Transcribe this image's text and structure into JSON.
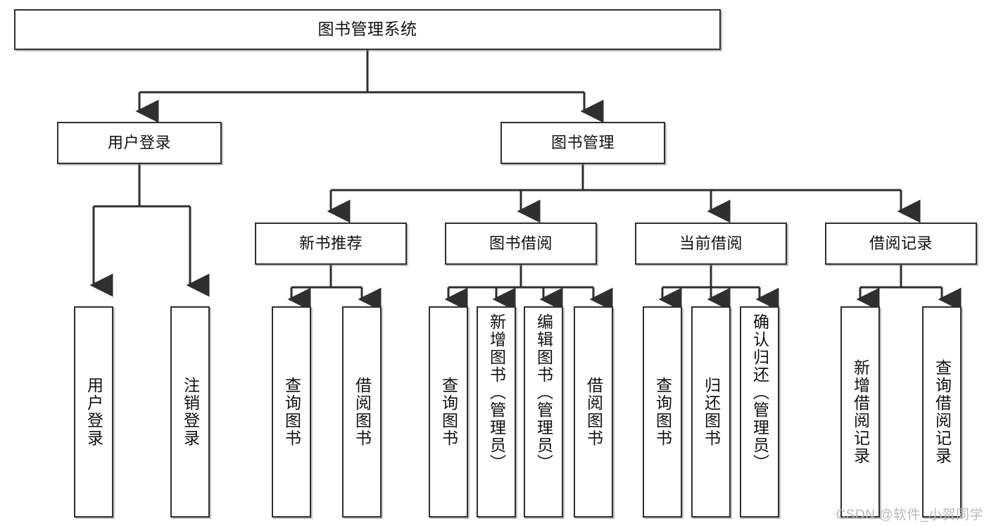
{
  "diagram": {
    "title": "图书管理系统",
    "type": "hierarchy-tree",
    "watermark": "CSDN @软件_小贺同学",
    "colors": {
      "stroke": "#2f2f2f",
      "fill": "#ffffff",
      "text": "#111111",
      "watermark": "#b9b9b9"
    },
    "nodes": {
      "root": {
        "label": "图书管理系统"
      },
      "level1": [
        {
          "id": "user-login",
          "label": "用户登录"
        },
        {
          "id": "book-manage",
          "label": "图书管理"
        }
      ],
      "level2": [
        {
          "id": "new-book-recommend",
          "label": "新书推荐"
        },
        {
          "id": "book-borrow",
          "label": "图书借阅"
        },
        {
          "id": "current-borrow",
          "label": "当前借阅"
        },
        {
          "id": "borrow-record",
          "label": "借阅记录"
        }
      ],
      "leaves": {
        "user-login": [
          {
            "id": "leaf-user-login",
            "label": "用户登录"
          },
          {
            "id": "leaf-logout-login",
            "label": "注销登录"
          }
        ],
        "new-book-recommend": [
          {
            "id": "leaf-query-book-1",
            "label": "查询图书"
          },
          {
            "id": "leaf-borrow-book-1",
            "label": "借阅图书"
          }
        ],
        "book-borrow": [
          {
            "id": "leaf-query-book-2",
            "label": "查询图书"
          },
          {
            "id": "leaf-add-book",
            "label": "新增图书（管理员）"
          },
          {
            "id": "leaf-edit-book",
            "label": "编辑图书（管理员）"
          },
          {
            "id": "leaf-borrow-book-2",
            "label": "借阅图书"
          }
        ],
        "current-borrow": [
          {
            "id": "leaf-query-book-3",
            "label": "查询图书"
          },
          {
            "id": "leaf-return-book",
            "label": "归还图书"
          },
          {
            "id": "leaf-confirm-return",
            "label": "确认归还（管理员）"
          }
        ],
        "borrow-record": [
          {
            "id": "leaf-add-record",
            "label": "新增借阅记录"
          },
          {
            "id": "leaf-query-record",
            "label": "查询借阅记录"
          }
        ]
      }
    }
  }
}
